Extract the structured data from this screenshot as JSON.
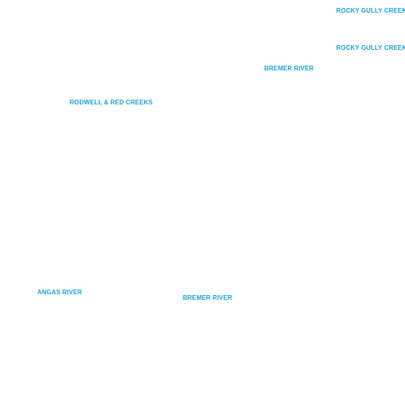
{
  "map": {
    "label_color": "#1ea3d3",
    "labels": [
      {
        "id": "rocky-gully-creek-1",
        "text": "ROCKY GULLY CREEK"
      },
      {
        "id": "rocky-gully-creek-2",
        "text": "ROCKY GULLY CREEK"
      },
      {
        "id": "bremer-river-1",
        "text": "BREMER RIVER"
      },
      {
        "id": "rodwell-red-creeks",
        "text": "RODWELL & RED CREEKS"
      },
      {
        "id": "angas-river",
        "text": "ANGAS RIVER"
      },
      {
        "id": "bremer-river-2",
        "text": "BREMER RIVER"
      }
    ]
  }
}
